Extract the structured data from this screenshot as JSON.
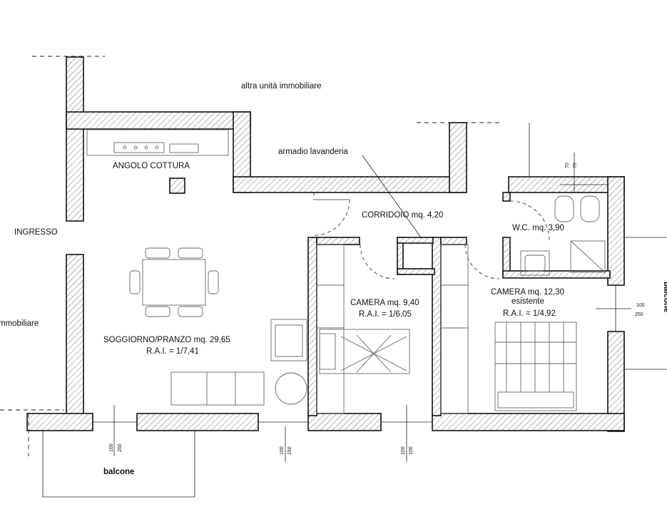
{
  "plan": {
    "rooms": {
      "other_unit_top": "altra unità immobiliare",
      "other_unit_left": "mmobiliare",
      "laundry_closet": "armadio lavanderia",
      "kitchenette": "ANGOLO COTTURA",
      "entrance": "INGRESSO",
      "corridor": "CORRIDOIO mq. 4,20",
      "wc": "W.C. mq. 3,90",
      "living_name": "SOGGIORNO/PRANZO mq. 29,65",
      "living_rai": "R.A.I. = 1/7,41",
      "bedroom1_name": "CAMERA mq. 9,40",
      "bedroom1_rai": "R.A.I. = 1/6,05",
      "bedroom2_name": "CAMERA mq. 12,30",
      "bedroom2_note": "esistente",
      "bedroom2_rai": "R.A.I. = 1/4,92",
      "balcony": "balcone",
      "balcony_right": "balcone"
    },
    "dimensions": {
      "living_window_w": "100",
      "living_window_h": "250",
      "bedroom1_window_w": "100",
      "bedroom1_window_h": "150",
      "bedroom2_window_w": "100",
      "bedroom2_window_h": "100",
      "right_window_w": "100",
      "right_window_h": "250",
      "wc_window_w": "70",
      "wc_window_h": "70"
    }
  }
}
